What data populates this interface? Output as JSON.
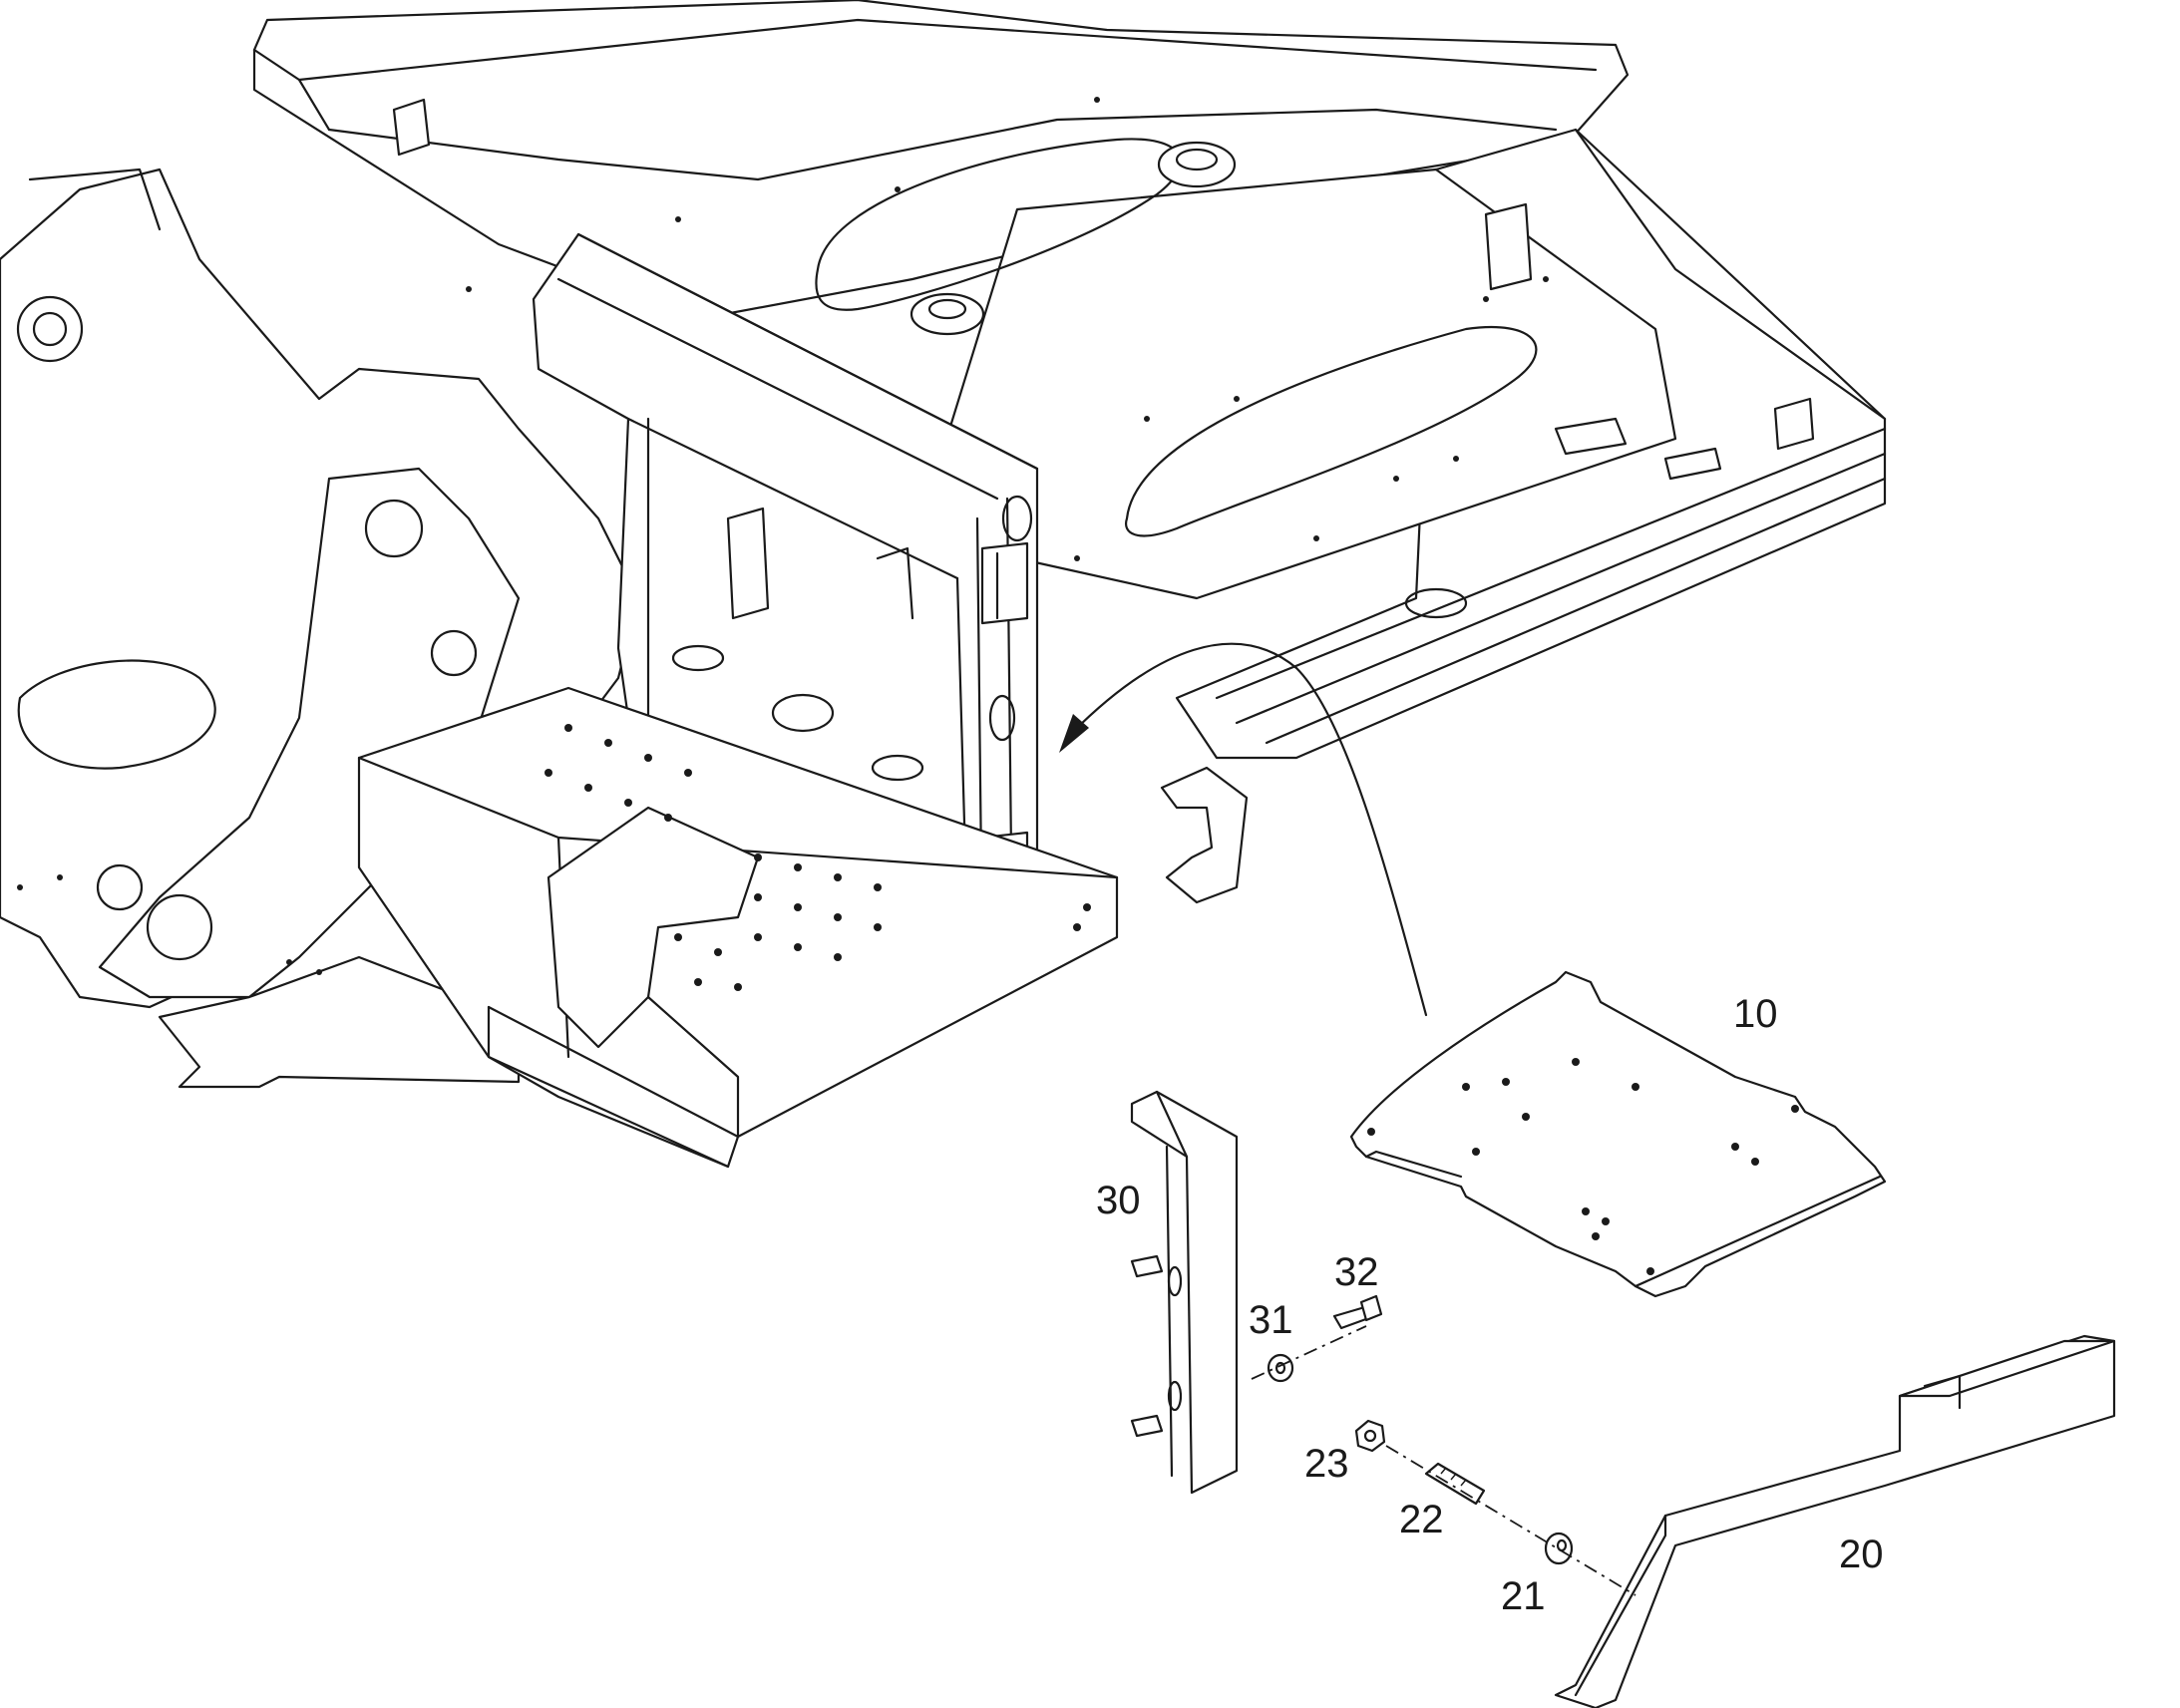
{
  "diagram": {
    "callouts": [
      {
        "id": "10",
        "label": "10"
      },
      {
        "id": "20",
        "label": "20"
      },
      {
        "id": "21",
        "label": "21"
      },
      {
        "id": "22",
        "label": "22"
      },
      {
        "id": "23",
        "label": "23"
      },
      {
        "id": "30",
        "label": "30"
      },
      {
        "id": "31",
        "label": "31"
      },
      {
        "id": "32",
        "label": "32"
      }
    ]
  }
}
